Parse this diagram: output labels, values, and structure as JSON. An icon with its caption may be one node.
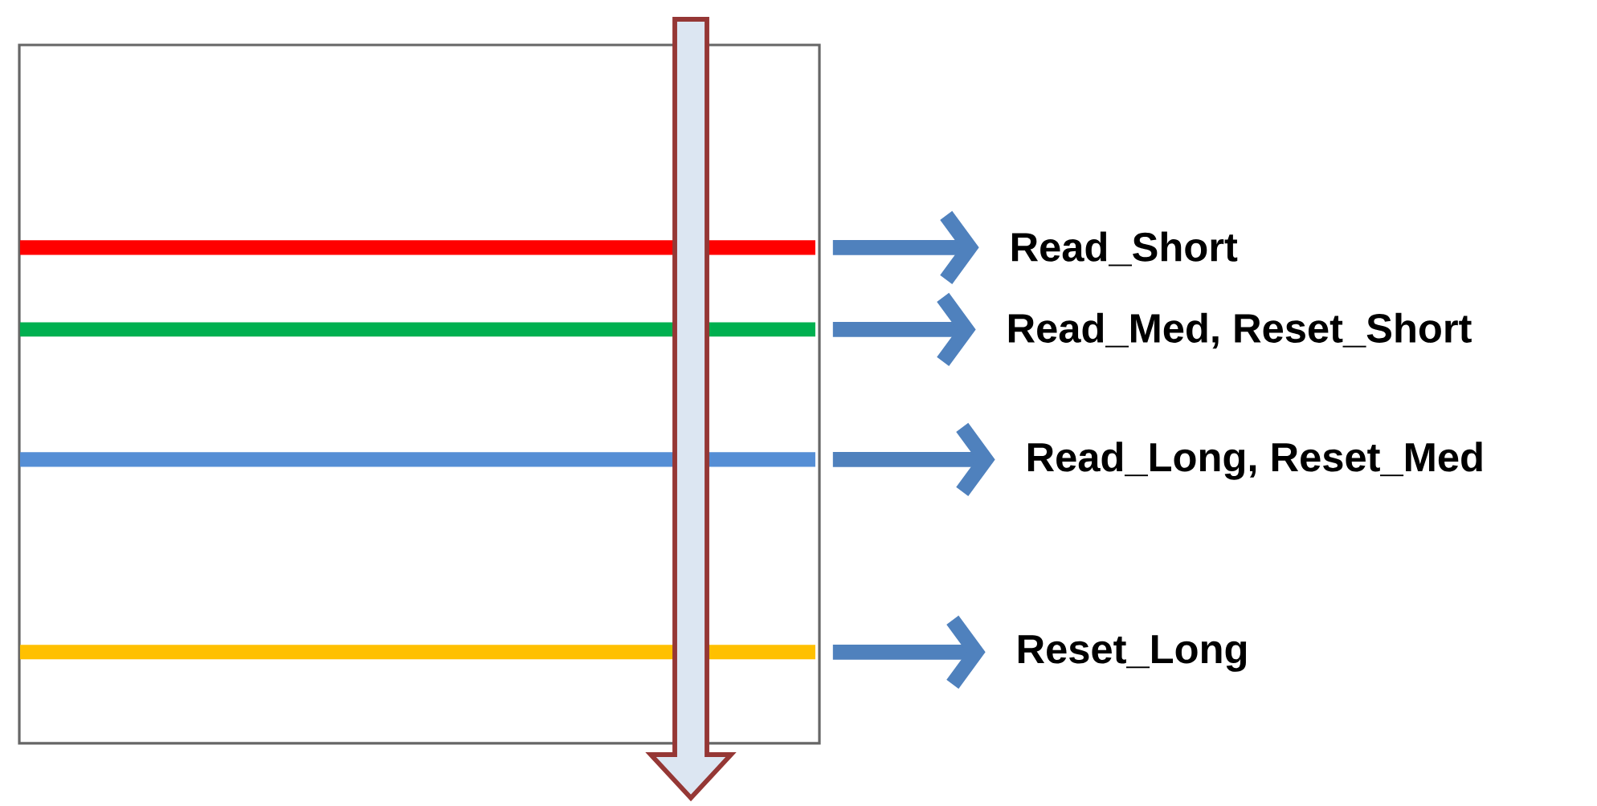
{
  "diagram": {
    "nodes": [
      {
        "text": [],
        "shape": "box"
      },
      {
        "text": [],
        "shape": "bar",
        "in": 0
      },
      {
        "text": [],
        "shape": "bar",
        "in": 0
      },
      {
        "text": [],
        "shape": "bar",
        "in": 0
      },
      {
        "text": [],
        "shape": "bar",
        "in": 0
      },
      {
        "text": [
          "Read_Short"
        ]
      },
      {
        "text": [
          "Read_Med, Reset_Short"
        ]
      },
      {
        "text": [
          "Read_Long, Reset_Med"
        ]
      },
      {
        "text": [
          "Reset_Long"
        ]
      }
    ],
    "edges": [
      {
        "from": 1,
        "to": 5,
        "arrow": "to"
      },
      {
        "from": 2,
        "to": 6,
        "arrow": "to"
      },
      {
        "from": 3,
        "to": 7,
        "arrow": "to"
      },
      {
        "from": 4,
        "to": 8,
        "arrow": "to"
      }
    ]
  }
}
